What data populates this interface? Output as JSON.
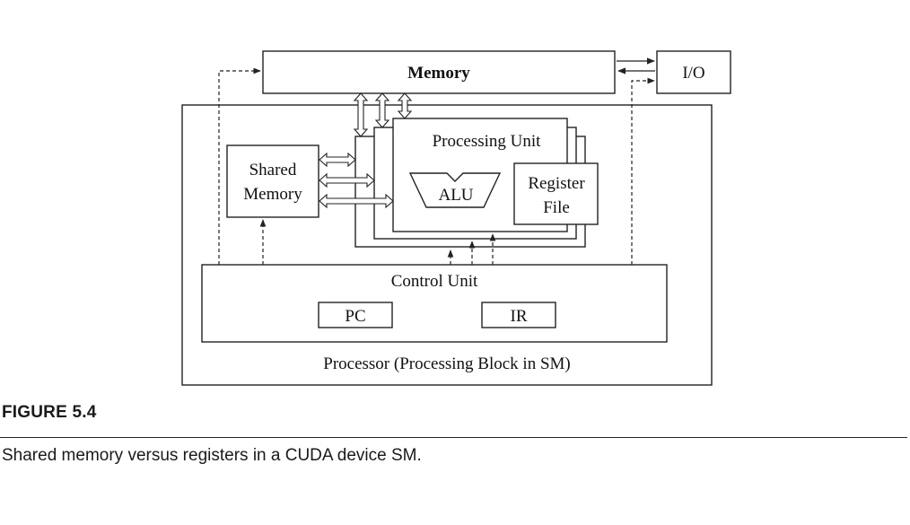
{
  "diagram": {
    "memory_label": "Memory",
    "io_label": "I/O",
    "processing_unit_label": "Processing Unit",
    "alu_label": "ALU",
    "register_file_line1": "Register",
    "register_file_line2": "File",
    "shared_memory_line1": "Shared",
    "shared_memory_line2": "Memory",
    "control_unit_label": "Control Unit",
    "pc_label": "PC",
    "ir_label": "IR",
    "processor_label": "Processor (Processing Block in SM)"
  },
  "caption": {
    "figure_label": "FIGURE 5.4",
    "text": "Shared memory versus registers in a CUDA device SM."
  }
}
